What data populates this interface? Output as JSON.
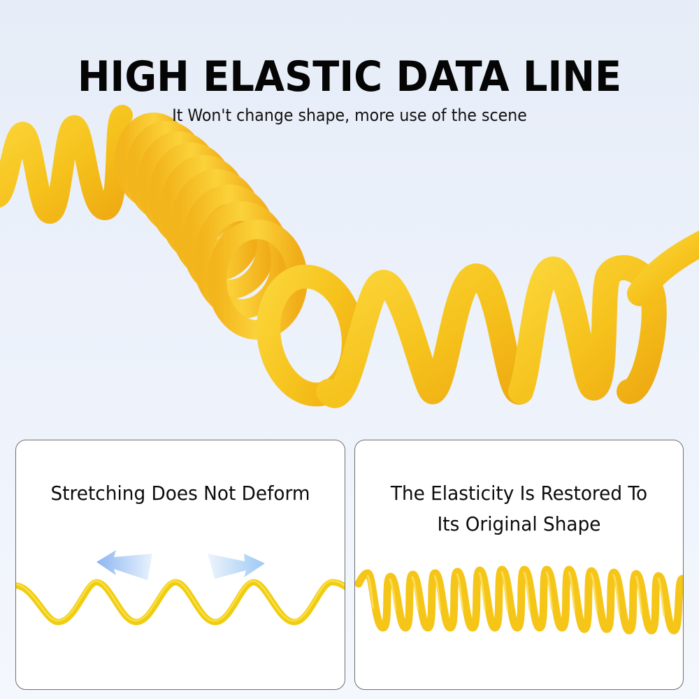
{
  "header": {
    "title": "HIGH ELASTIC DATA LINE",
    "subtitle": "It Won't change shape, more use of the scene"
  },
  "hero": {
    "image": "yellow-coiled-cable-icon",
    "cable_color": "#f6c21c",
    "background_color": "#e8eef9"
  },
  "cards": [
    {
      "title": "Stretching Does Not Deform",
      "illustration": "stretched-wave-cable-icon",
      "arrows": [
        "arrow-left-icon",
        "arrow-right-icon"
      ],
      "arrow_color": "#8fb8f2",
      "cable_color": "#f1cd10"
    },
    {
      "title_line1": "The Elasticity Is Restored To",
      "title_line2": "Its Original Shape",
      "illustration": "compressed-coil-cable-icon",
      "cable_color": "#f5c518"
    }
  ]
}
